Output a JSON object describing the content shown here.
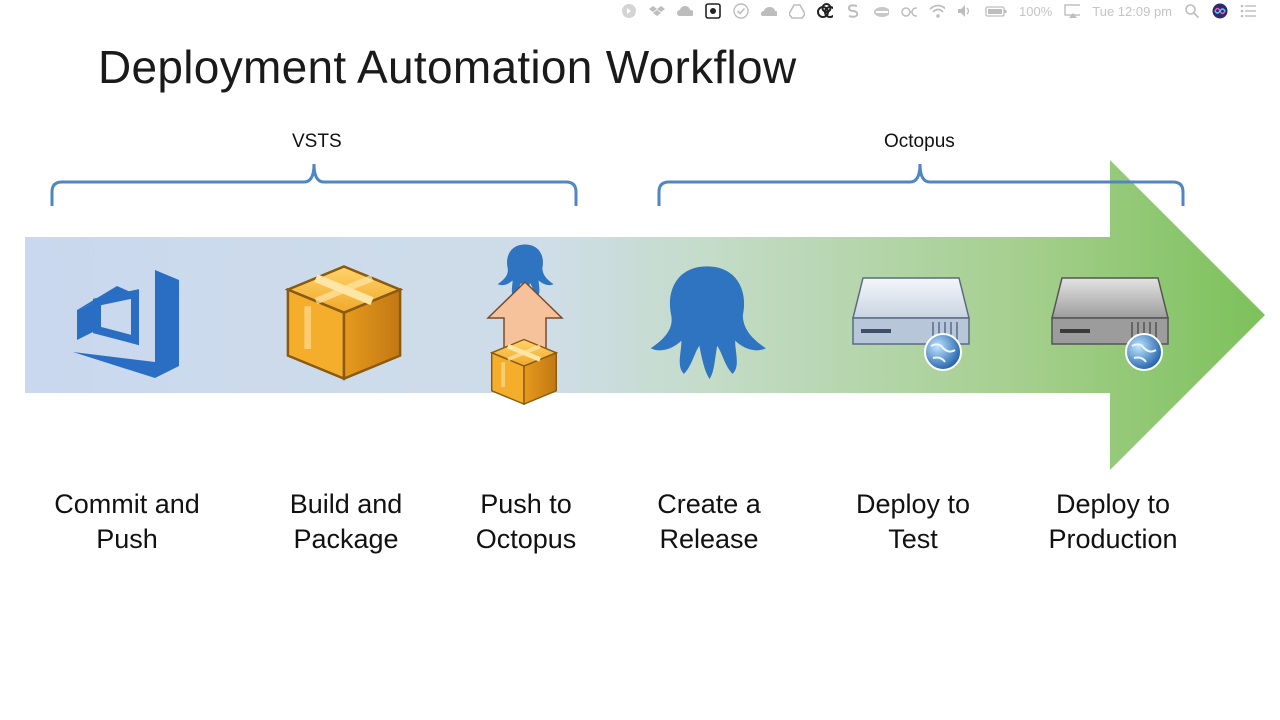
{
  "menubar": {
    "battery_label": "100%",
    "clock": "Tue 12:09 pm",
    "icons": [
      "forward-circle-icon",
      "dropbox-icon",
      "cloud-icon",
      "record-icon",
      "check-icon",
      "onedrive-icon",
      "google-drive-icon",
      "creative-cloud-icon",
      "s-icon",
      "cloud-sync-icon",
      "glasses-icon",
      "wifi-icon",
      "volume-icon",
      "battery-icon",
      "airplay-icon",
      "search-icon",
      "siri-icon",
      "list-icon"
    ]
  },
  "slide": {
    "title": "Deployment Automation Workflow",
    "groups": [
      {
        "label": "VSTS"
      },
      {
        "label": "Octopus"
      }
    ],
    "steps": [
      {
        "line1": "Commit and",
        "line2": "Push",
        "icon": "vsts-icon"
      },
      {
        "line1": "Build and",
        "line2": "Package",
        "icon": "package-box-icon"
      },
      {
        "line1": "Push to",
        "line2": "Octopus",
        "icon": "push-upload-icon"
      },
      {
        "line1": "Create a",
        "line2": "Release",
        "icon": "octopus-icon"
      },
      {
        "line1": "Deploy to",
        "line2": "Test",
        "icon": "server-globe-icon"
      },
      {
        "line1": "Deploy to",
        "line2": "Production",
        "icon": "server-globe-icon"
      }
    ]
  },
  "colors": {
    "bracket": "#4f86c6",
    "arrow_start": "#c9d8ee",
    "arrow_end": "#7cc15a",
    "vsts_blue": "#2a6ec4",
    "octopus_blue": "#2f74c0",
    "box_orange": "#e9a227"
  }
}
